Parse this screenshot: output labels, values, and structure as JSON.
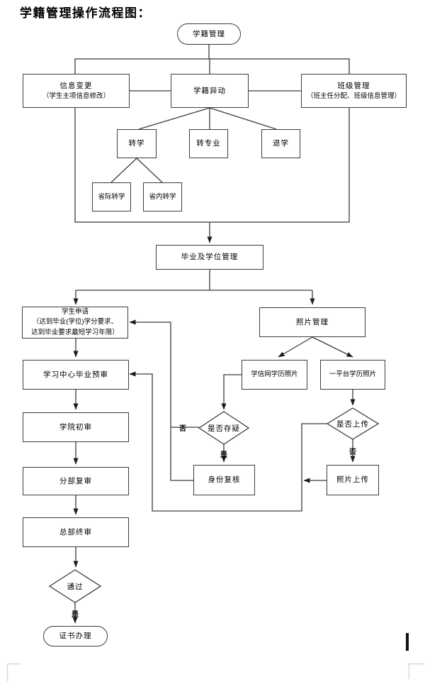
{
  "title": "学籍管理操作流程图：",
  "nodes": {
    "start": {
      "label": "学籍管理"
    },
    "info_change": {
      "lines": [
        "信息变更",
        "（学生主项信息修改）"
      ]
    },
    "status_change": {
      "label": "学籍异动"
    },
    "class_mgmt": {
      "lines": [
        "班级管理",
        "（班主任分配、班级信息管理）"
      ]
    },
    "transfer": {
      "label": "转学"
    },
    "major_transfer": {
      "label": "转专业"
    },
    "withdraw": {
      "label": "退学"
    },
    "inter_province_transfer": {
      "label": "省际转学"
    },
    "intra_province_transfer": {
      "label": "省内转学"
    },
    "graduation_degree_mgmt": {
      "label": "毕业及学位管理"
    },
    "student_apply": {
      "lines": [
        "学生申请",
        "（达到毕业(学位)学分要求、",
        "达到毕业要求最短学习年限）"
      ]
    },
    "photo_mgmt": {
      "label": "照片管理"
    },
    "center_preaudit": {
      "label": "学习中心毕业预审"
    },
    "college_initial_audit": {
      "label": "学院初审"
    },
    "branch_review": {
      "label": "分部复审"
    },
    "hq_final_audit": {
      "label": "总部终审"
    },
    "pass_check": {
      "label": "通过"
    },
    "certificate": {
      "label": "证书办理"
    },
    "xuexin_photo": {
      "label": "学信网学历照片"
    },
    "platform_photo": {
      "label": "一平台学历照片"
    },
    "doubt_check": {
      "label": "是否存疑"
    },
    "identity_recheck": {
      "label": "身份复核"
    },
    "upload_check": {
      "label": "是否上传"
    },
    "photo_upload": {
      "label": "照片上传"
    }
  },
  "edge_labels": {
    "doubt_no": "否",
    "doubt_yes": "是",
    "upload_no": "否",
    "pass_yes": "是"
  },
  "colors": {
    "line": "#3c3c3c",
    "text": "#000000",
    "background": "#ffffff"
  }
}
